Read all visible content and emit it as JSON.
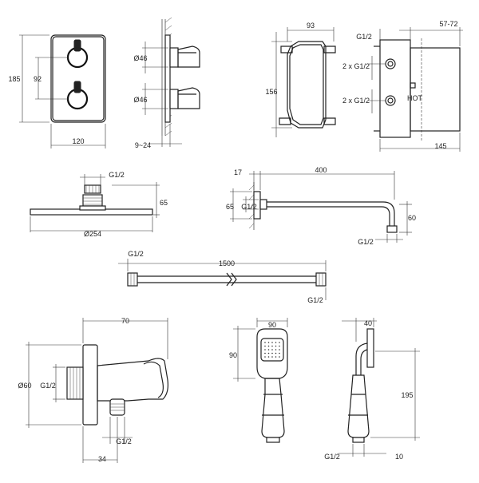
{
  "drawings": {
    "valve_front": {
      "height": "185",
      "spacing": "92",
      "width": "120"
    },
    "valve_side": {
      "dia_upper": "Ø46",
      "dia_lower": "Ø46",
      "depth": "9~24"
    },
    "box_front": {
      "width": "93",
      "height": "156"
    },
    "box_side": {
      "thread_top": "G1/2",
      "depth_range": "57-72",
      "thread_mid": "2 x G1/2",
      "thread_low": "2 x G1/2",
      "depth": "145",
      "label": "HOT"
    },
    "shower_head": {
      "thread": "G1/2",
      "height": "65",
      "diameter": "Ø254"
    },
    "arm": {
      "offset": "17",
      "length": "400",
      "height": "65",
      "thread_left": "G1/2",
      "drop": "60",
      "thread_right": "G1/2"
    },
    "hose": {
      "thread_left": "G1/2",
      "length": "1500",
      "thread_right": "G1/2"
    },
    "wall_outlet": {
      "length": "70",
      "diameter": "Ø60",
      "thread_in": "G1/2",
      "thread_out": "G1/2",
      "offset": "34"
    },
    "hand_shower": {
      "width": "90",
      "height": "90"
    },
    "holder": {
      "width": "40",
      "height": "195",
      "thread": "G1/2",
      "offset": "10"
    }
  }
}
